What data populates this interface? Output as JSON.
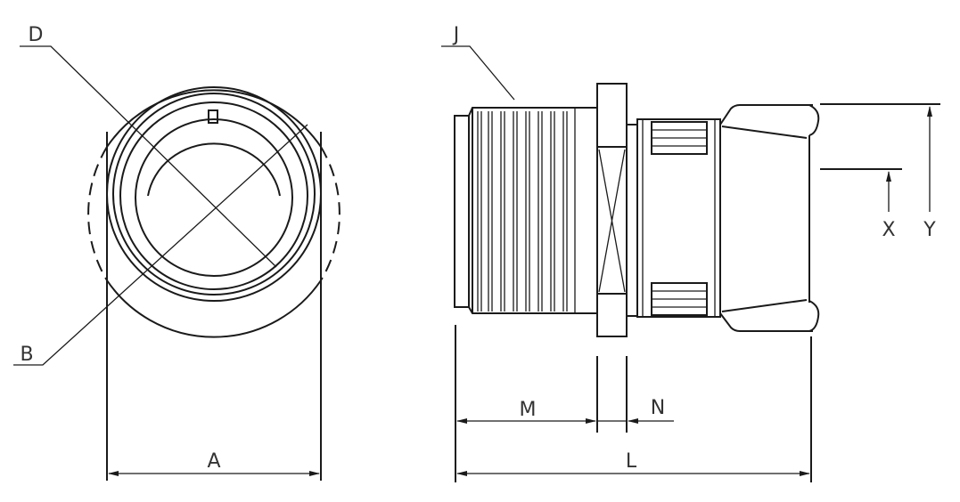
{
  "drawing": {
    "front_view": {
      "labels": {
        "diameter_d": "D",
        "diameter_b": "B",
        "width_a": "A"
      }
    },
    "side_view": {
      "labels": {
        "thread_j": "J",
        "length_l": "L",
        "length_m": "M",
        "flange_n": "N",
        "height_x": "X",
        "height_y": "Y"
      }
    },
    "line_color": "#1a1a1a"
  }
}
